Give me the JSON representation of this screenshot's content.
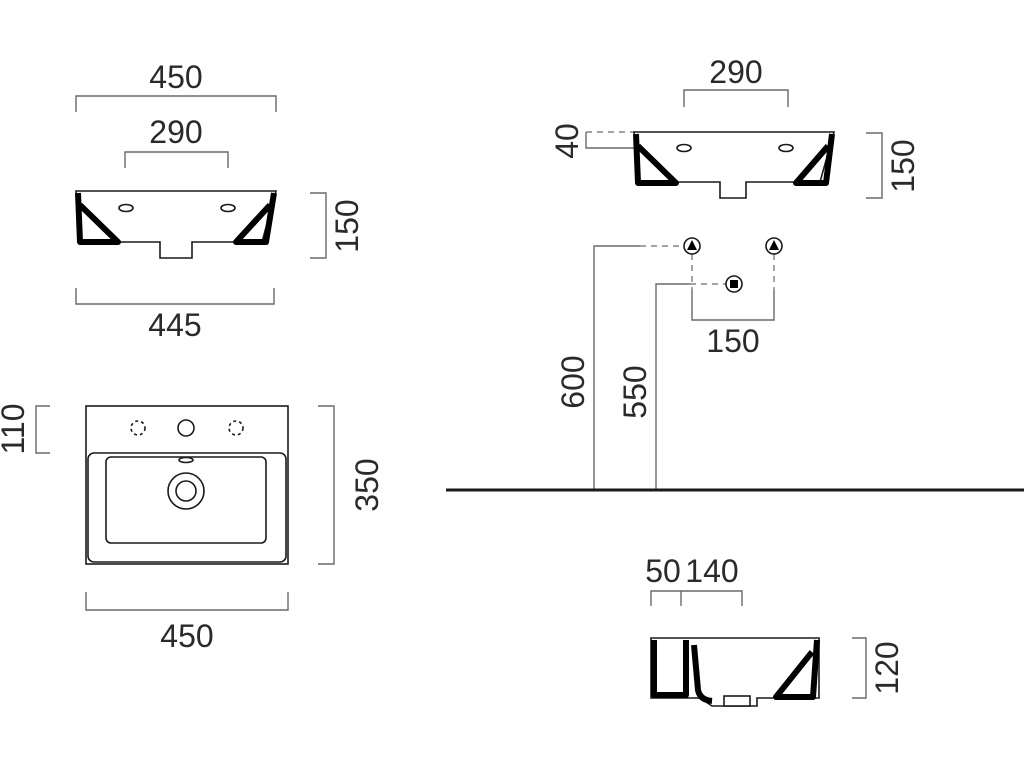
{
  "front_view": {
    "overall_width": "450",
    "tap_hole_spacing": "290",
    "height": "150",
    "base_width": "445"
  },
  "plan_view": {
    "deck_depth": "110",
    "depth": "350",
    "width": "450"
  },
  "installation_view": {
    "tap_hole_spacing": "290",
    "rim_offset": "40",
    "height": "150",
    "supply_height": "600",
    "waste_height": "550",
    "supply_spacing": "150"
  },
  "section_view": {
    "wall_offset": "50",
    "waste_offset": "140",
    "height": "120"
  }
}
